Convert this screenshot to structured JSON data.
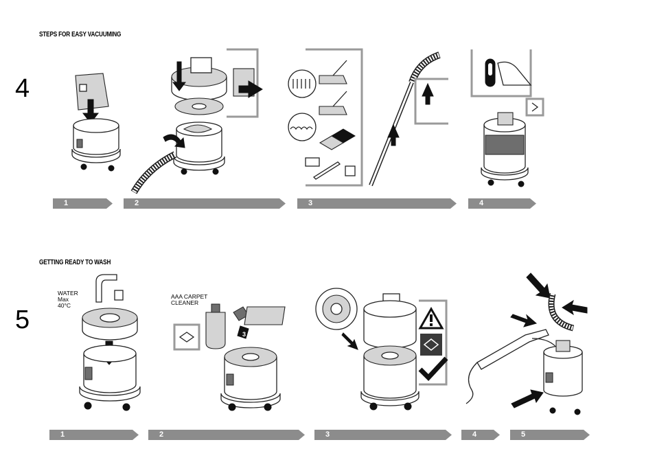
{
  "section_vacuuming": {
    "heading": "STEPS FOR EASY VACUUMING",
    "number": "4",
    "steps": [
      "1",
      "2",
      "3",
      "4"
    ]
  },
  "section_wash": {
    "heading": "GETTING READY TO WASH",
    "number": "5",
    "steps": [
      "1",
      "2",
      "3",
      "4",
      "5"
    ],
    "water_label": [
      "WATER",
      "Max",
      "40°C"
    ],
    "cleaner_label": [
      "AAA CARPET",
      "CLEANER"
    ],
    "cap_number": "3"
  },
  "colors": {
    "bar": "#8c8c8c",
    "frame": "#9a9a9a",
    "fill_light": "#d4d4d4"
  }
}
